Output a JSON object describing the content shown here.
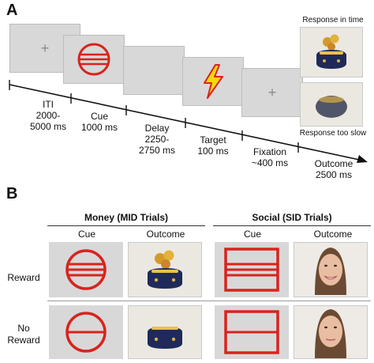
{
  "panel_a": {
    "letter": "A",
    "screens": [
      "ITI",
      "Cue",
      "Delay",
      "Target",
      "Fixation",
      "Outcome"
    ],
    "timeline_labels": [
      "ITI\n2000-\n5000 ms",
      "Cue\n1000 ms",
      "Delay\n2250-\n2750 ms",
      "Target\n100 ms",
      "Fixation\n~400 ms",
      "Outcome\n2500 ms"
    ],
    "outcome_labels": {
      "in_time": "Response in time",
      "too_slow": "Response too slow"
    }
  },
  "panel_b": {
    "letter": "B",
    "groups": [
      {
        "title": "Money (MID Trials)",
        "cols": [
          "Cue",
          "Outcome"
        ]
      },
      {
        "title": "Social (SID Trials)",
        "cols": [
          "Cue",
          "Outcome"
        ]
      }
    ],
    "rows": [
      "Reward",
      "No\nReward"
    ]
  },
  "colors": {
    "cue_red": "#d9231d",
    "screen_gray": "#d8d8d8",
    "bolt_yellow": "#f5d90a"
  },
  "icons": [
    "plus-icon",
    "lightning-bolt-icon",
    "coin-purse-icon",
    "smiling-face-icon",
    "neutral-face-icon"
  ]
}
